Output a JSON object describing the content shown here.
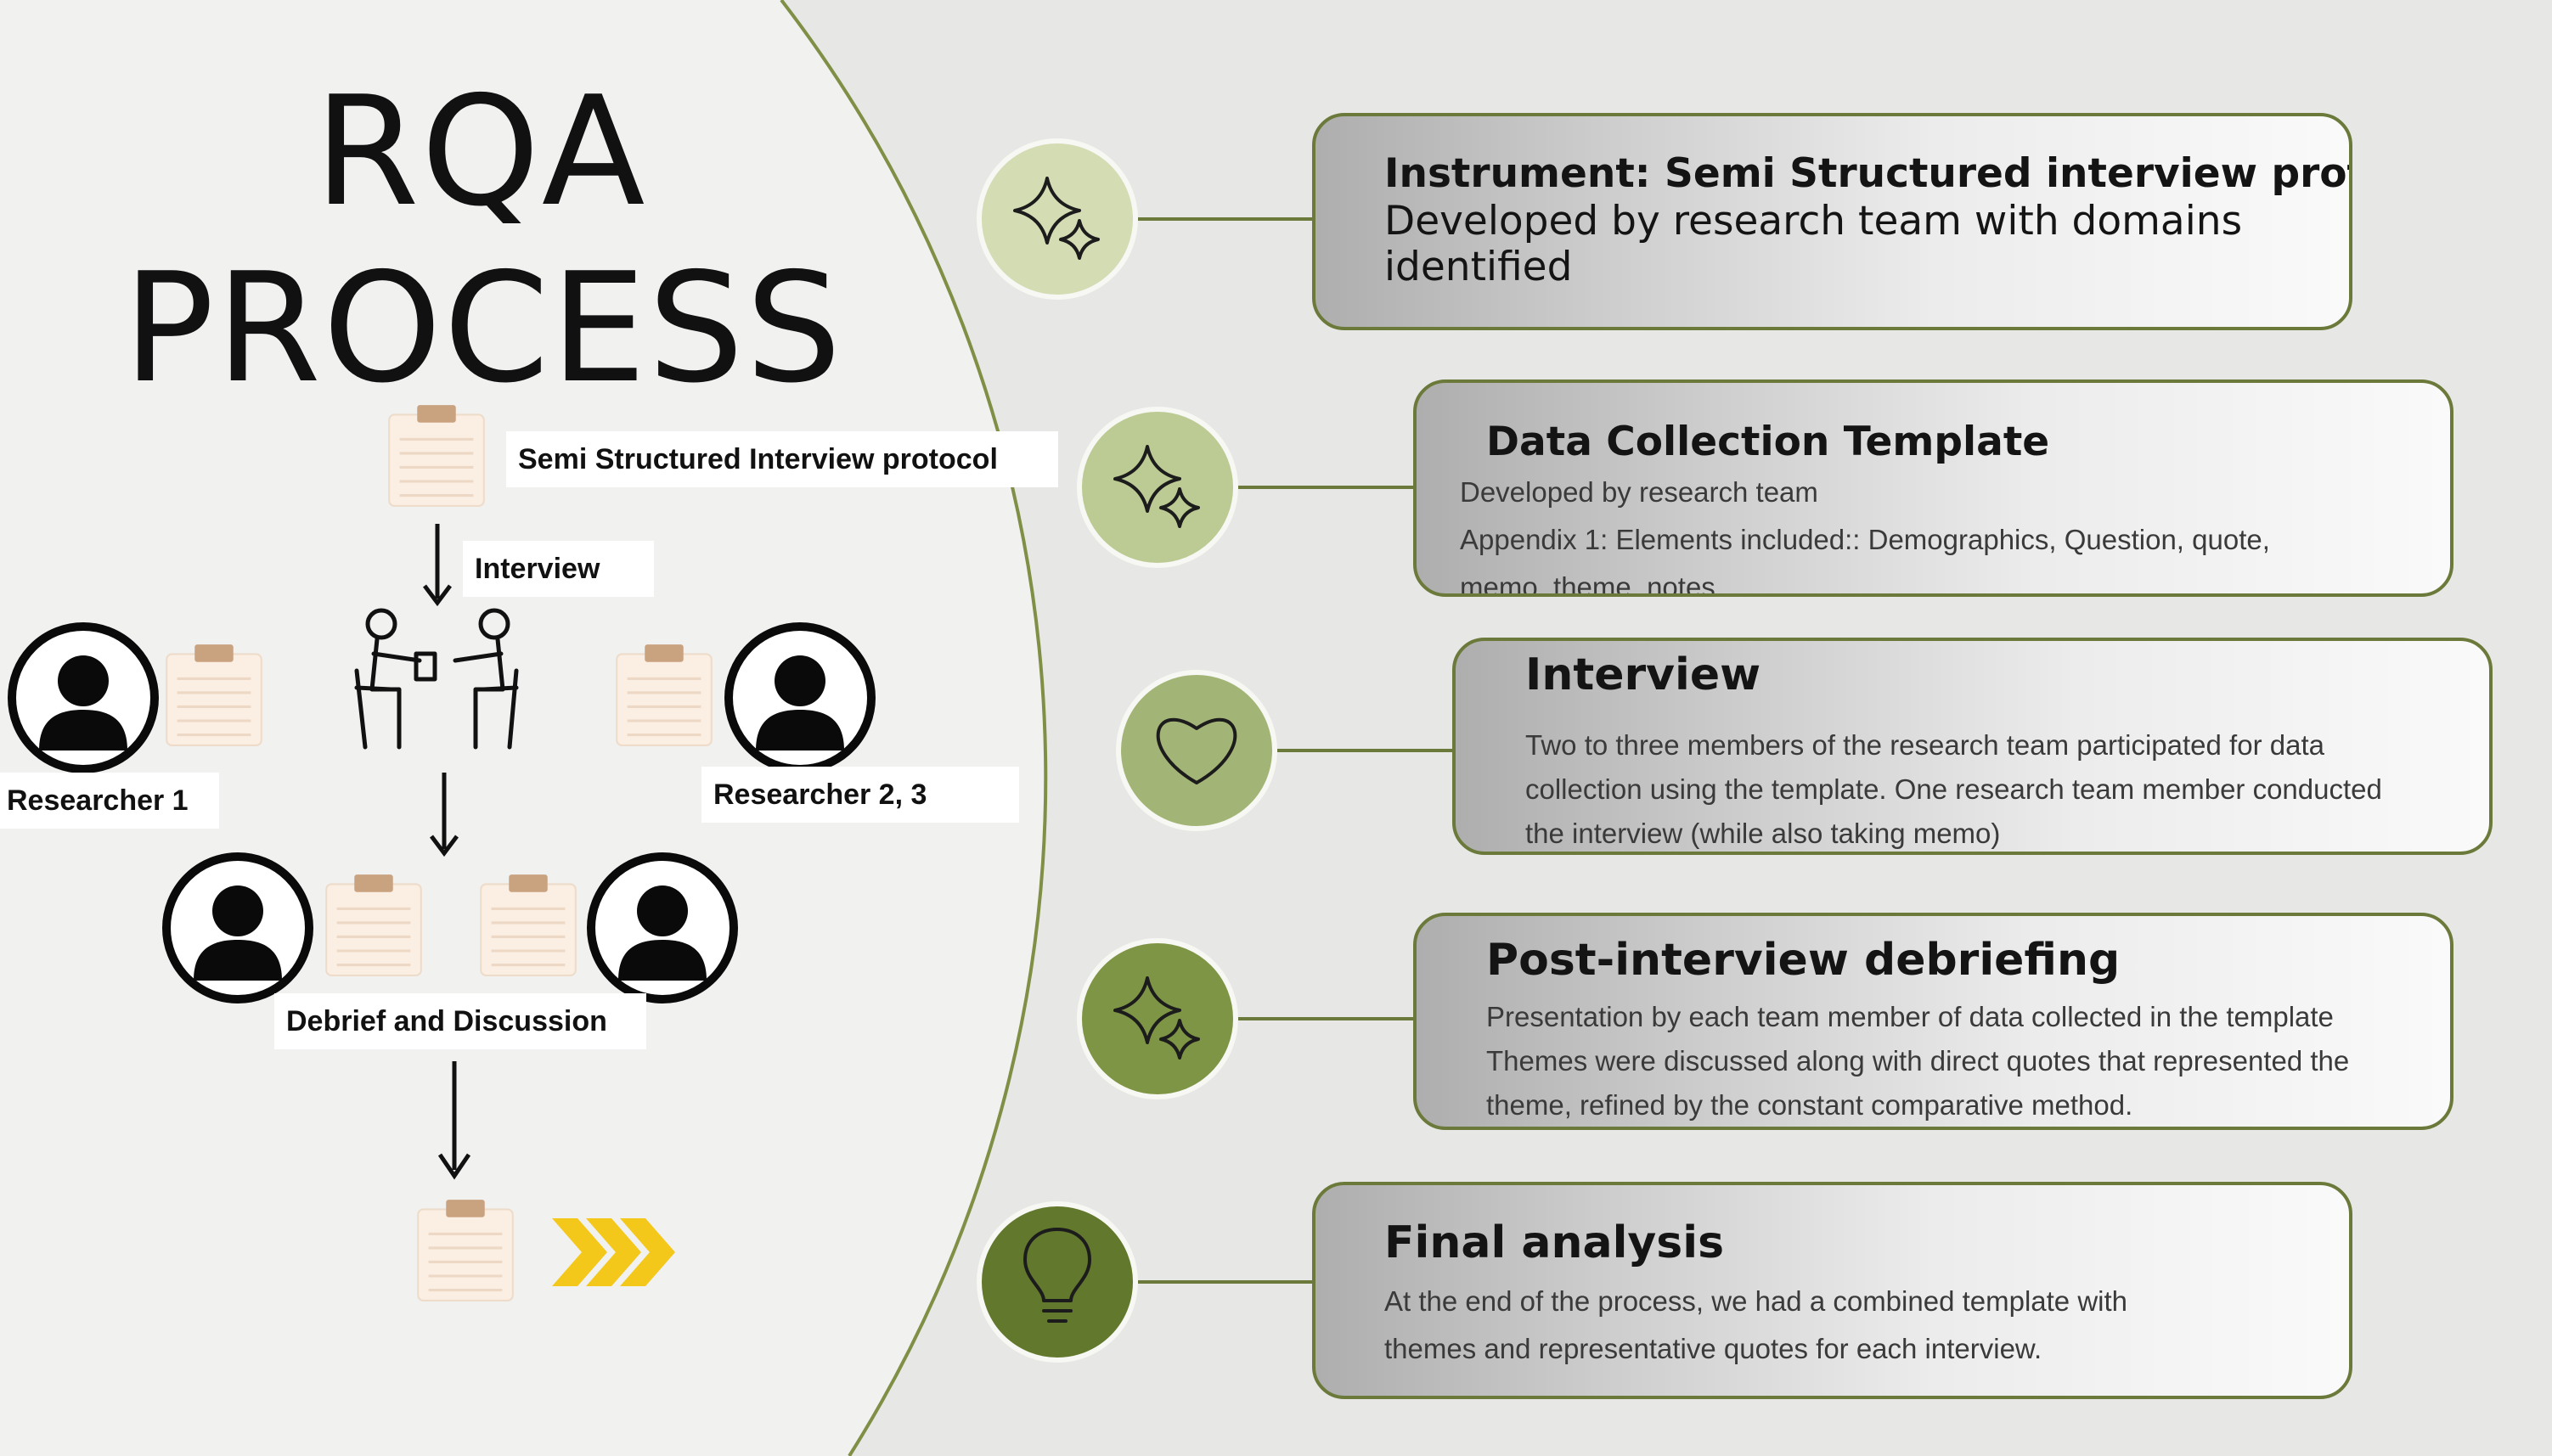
{
  "title": {
    "line1": "RQA",
    "line2": "PROCESS"
  },
  "flow_labels": {
    "protocol": "Semi Structured Interview protocol",
    "interview": "Interview",
    "researcher1": "Researcher 1",
    "researcher23": "Researcher 2, 3",
    "debrief": "Debrief and Discussion"
  },
  "steps": [
    {
      "icon": "sparkle-icon",
      "title": "Instrument: Semi Structured interview protocol",
      "body": [
        "Developed by research team with domains",
        "identified"
      ]
    },
    {
      "icon": "sparkle-icon",
      "title": "Data Collection Template",
      "body": [
        "Developed by research team",
        "Appendix 1: Elements included:: Demographics,  Question, quote,",
        "memo, theme, notes"
      ]
    },
    {
      "icon": "heart-icon",
      "title": "Interview",
      "body": [
        "Two to three members of the research team participated for data",
        "collection using the template. One research team member conducted",
        "the interview (while also taking memo)"
      ]
    },
    {
      "icon": "sparkle-icon",
      "title": "Post-interview debriefing",
      "body": [
        "Presentation by each team member of data collected in the template",
        "Themes were discussed along with direct quotes that represented the",
        "theme, refined by the constant  comparative method."
      ]
    },
    {
      "icon": "lightbulb-icon",
      "title": "Final analysis",
      "body": [
        "At the end of the process, we had a combined template with",
        "themes and representative quotes for each interview."
      ]
    }
  ],
  "colors": {
    "node_fills": [
      "#d3dcb3",
      "#bccb93",
      "#a3b576",
      "#7f9546",
      "#62782d"
    ],
    "accent": "#6b7a3a",
    "chevron": "#f4c81b",
    "left_panel": "#f1f1f0",
    "right_panel": "#e7e7e5"
  }
}
